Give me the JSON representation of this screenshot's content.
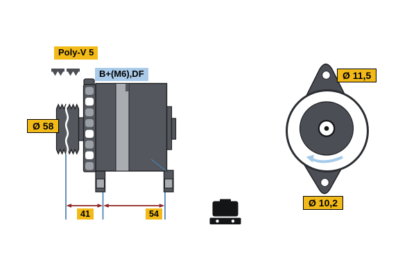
{
  "diagram": {
    "type": "alternator-technical-drawing",
    "labels": {
      "belt_type": "Poly-V 5",
      "terminals": "B+(M6),DF",
      "pulley_diameter": "Ø 58",
      "mounting_hole_top": "Ø 11,5",
      "mounting_hole_bottom": "Ø 10,2",
      "dimension_pulley_to_foot": "41",
      "dimension_foot_to_foot": "54"
    },
    "icons": {
      "belt_profile": "poly-v-belt-cross-section-icon",
      "connector": "plug-connector-icon",
      "rotation": "rotation-direction-arrow-icon"
    },
    "colors": {
      "flag_yellow": "#f2ba19",
      "flag_blue": "#a9cbe9",
      "body_gray": "#54575d",
      "light_gray": "#a9adb2",
      "slot_gray": "#9ba0a7",
      "outline": "#1d1f22",
      "dim_red": "#8e2020",
      "ext_line_blue": "#4c7fad",
      "rotation_arrow_blue": "#a5cbe9",
      "ear_gray": "#4b4e54"
    }
  }
}
